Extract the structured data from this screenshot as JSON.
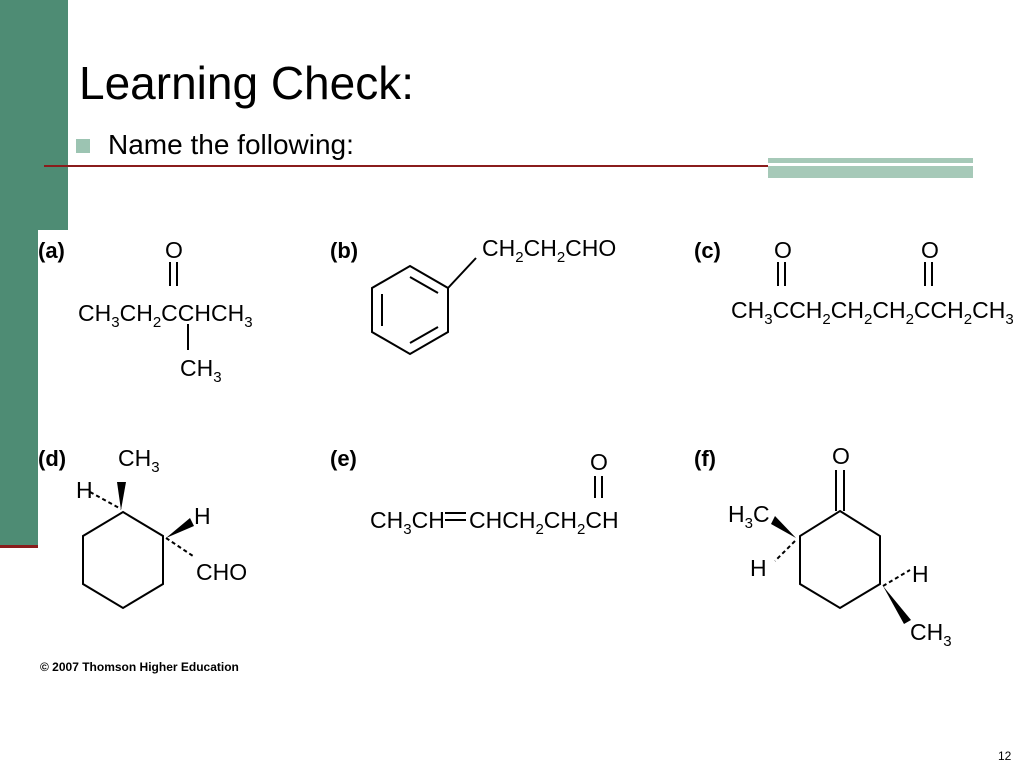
{
  "slide": {
    "title": "Learning Check:",
    "bullet": "Name the following:",
    "page_number": "12",
    "copyright": "© 2007 Thomson Higher Education"
  },
  "colors": {
    "sidebar": "#4e8c74",
    "bullet": "#9cc4b2",
    "rule": "#8a1c1c",
    "accent": "#a6c9b8"
  },
  "structures": {
    "a": {
      "label": "(a)",
      "main": [
        "CH",
        "3",
        "CH",
        "2",
        "CCHCH",
        "3"
      ],
      "oxygen": "O",
      "branch": [
        "CH",
        "3"
      ]
    },
    "b": {
      "label": "(b)",
      "chain": [
        "CH",
        "2",
        "CH",
        "2",
        "CHO"
      ]
    },
    "c": {
      "label": "(c)",
      "main": [
        "CH",
        "3",
        "CCH",
        "2",
        "CH",
        "2",
        "CH",
        "2",
        "CCH",
        "2",
        "CH",
        "3"
      ],
      "oxygen_1": "O",
      "oxygen_2": "O"
    },
    "d": {
      "label": "(d)",
      "methyl": [
        "CH",
        "3"
      ],
      "h_1": "H",
      "h_2": "H",
      "aldehyde": "CHO"
    },
    "e": {
      "label": "(e)",
      "part_1": [
        "CH",
        "3",
        "CH"
      ],
      "part_2": [
        "CHCH",
        "2",
        "CH",
        "2",
        "CH"
      ],
      "oxygen": "O"
    },
    "f": {
      "label": "(f)",
      "oxygen": "O",
      "methyl_left": [
        "H",
        "3",
        "C"
      ],
      "h_left": "H",
      "h_right": "H",
      "methyl_right": [
        "CH",
        "3"
      ]
    }
  }
}
